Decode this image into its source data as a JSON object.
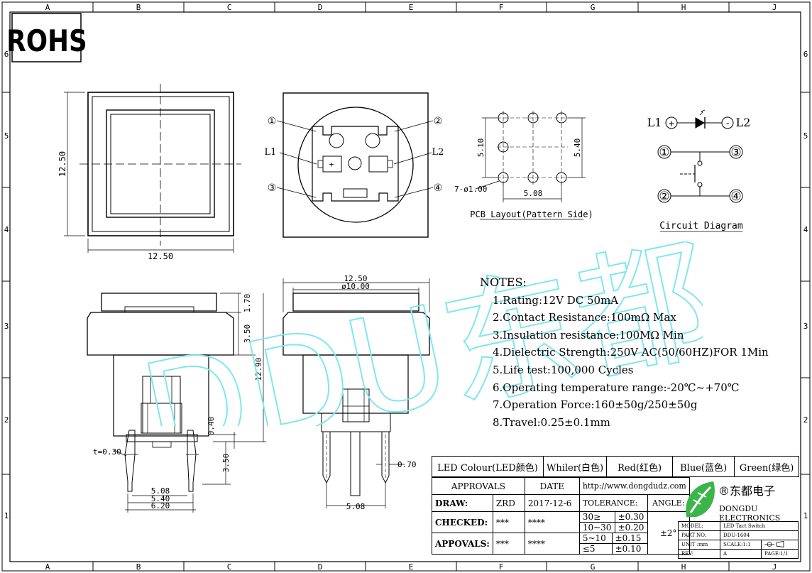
{
  "frame": {
    "columns": [
      "A",
      "B",
      "C",
      "D",
      "E",
      "F",
      "G",
      "H",
      "J"
    ],
    "rows": [
      "6",
      "5",
      "4",
      "3",
      "2",
      "1"
    ]
  },
  "rohs": "ROHS",
  "watermark": "DDU东都",
  "top_view": {
    "dim_width": "12.50",
    "dim_height": "12.50"
  },
  "bottom_view": {
    "pin_1": "①",
    "pin_2": "②",
    "pin_3": "③",
    "pin_4": "④",
    "led_left": "L1",
    "led_right": "L2",
    "plus": "+"
  },
  "pcb": {
    "dim_v_left": "5.10",
    "dim_v_right": "5.40",
    "dim_h": "5.08",
    "holes": "7-ø1.00",
    "title": "PCB Layout(Pattern Side)"
  },
  "circuit": {
    "l1": "L1",
    "l2": "L2",
    "plus": "+",
    "minus": "-",
    "n1": "①",
    "n2": "②",
    "n3": "③",
    "n4": "④",
    "title": "Circuit Diagram"
  },
  "side_view": {
    "dim_170": "1.70",
    "dim_350": "3.50",
    "dim_1290": "12.90",
    "dim_040": "0.40",
    "dim_350b": "3.50",
    "thickness": "t=0.30",
    "dim_508": "5.08",
    "dim_540": "5.40",
    "dim_620": "6.20"
  },
  "front_view": {
    "dim_1250": "12.50",
    "dim_1000": "ø10.00",
    "dim_070": "0.70",
    "dim_508": "5.08"
  },
  "notes": {
    "title": "NOTES:",
    "items": [
      "1.Rating:12V DC 50mA",
      "2.Contact Resistance:100mΩ Max",
      "3.Insulation resistance:100MΩ Min",
      "4.Dielectric Strength:250V AC(50/60HZ)FOR 1Min",
      "5.Life test:100,000 Cycles",
      "6.Operating temperature range:-20℃~+70℃",
      "7.Operation Force:160±50g/250±50g",
      "8.Travel:0.25±0.1mm"
    ]
  },
  "title_block": {
    "led_colour": "LED Colour(LED颜色)",
    "white": "Whiler(白色)",
    "red": "Red(红色)",
    "blue": "Blue(蓝色)",
    "green": "Green(绿色)",
    "approvals": "APPROVALS",
    "date": "DATE",
    "website": "http://www.dongdudz.com",
    "tolerance": "TOLERANCE:",
    "angle": "ANGLE:",
    "draw": "DRAW:",
    "draw_name": "ZRD",
    "draw_date": "2017-12-6",
    "checked": "CHECKED:",
    "checked_name": "***",
    "checked_date": "****",
    "appovals": "APPOVALS:",
    "appovals_name": "***",
    "appovals_date": "****",
    "tol_rows": [
      {
        "range": "30≥",
        "value": "±0.30"
      },
      {
        "range": "10~30",
        "value": "±0.20"
      },
      {
        "range": "5~10",
        "value": "±0.15"
      },
      {
        "range": "≤5",
        "value": "±0.10"
      }
    ],
    "angle_value": "±2°",
    "company_cn": "®东都电子",
    "company_en": "DONGDU ELECTRONICS",
    "model_label": "MODEL:",
    "model_value": "LED Tact Switch",
    "part_label": "PART NO:",
    "part_value": "DDU-1604",
    "unit_label": "UNIT :mm",
    "scale_label": "SCALE:1:1",
    "rev_label": "REV:",
    "rev_value": "A",
    "page_label": "PAGE:1/1"
  }
}
